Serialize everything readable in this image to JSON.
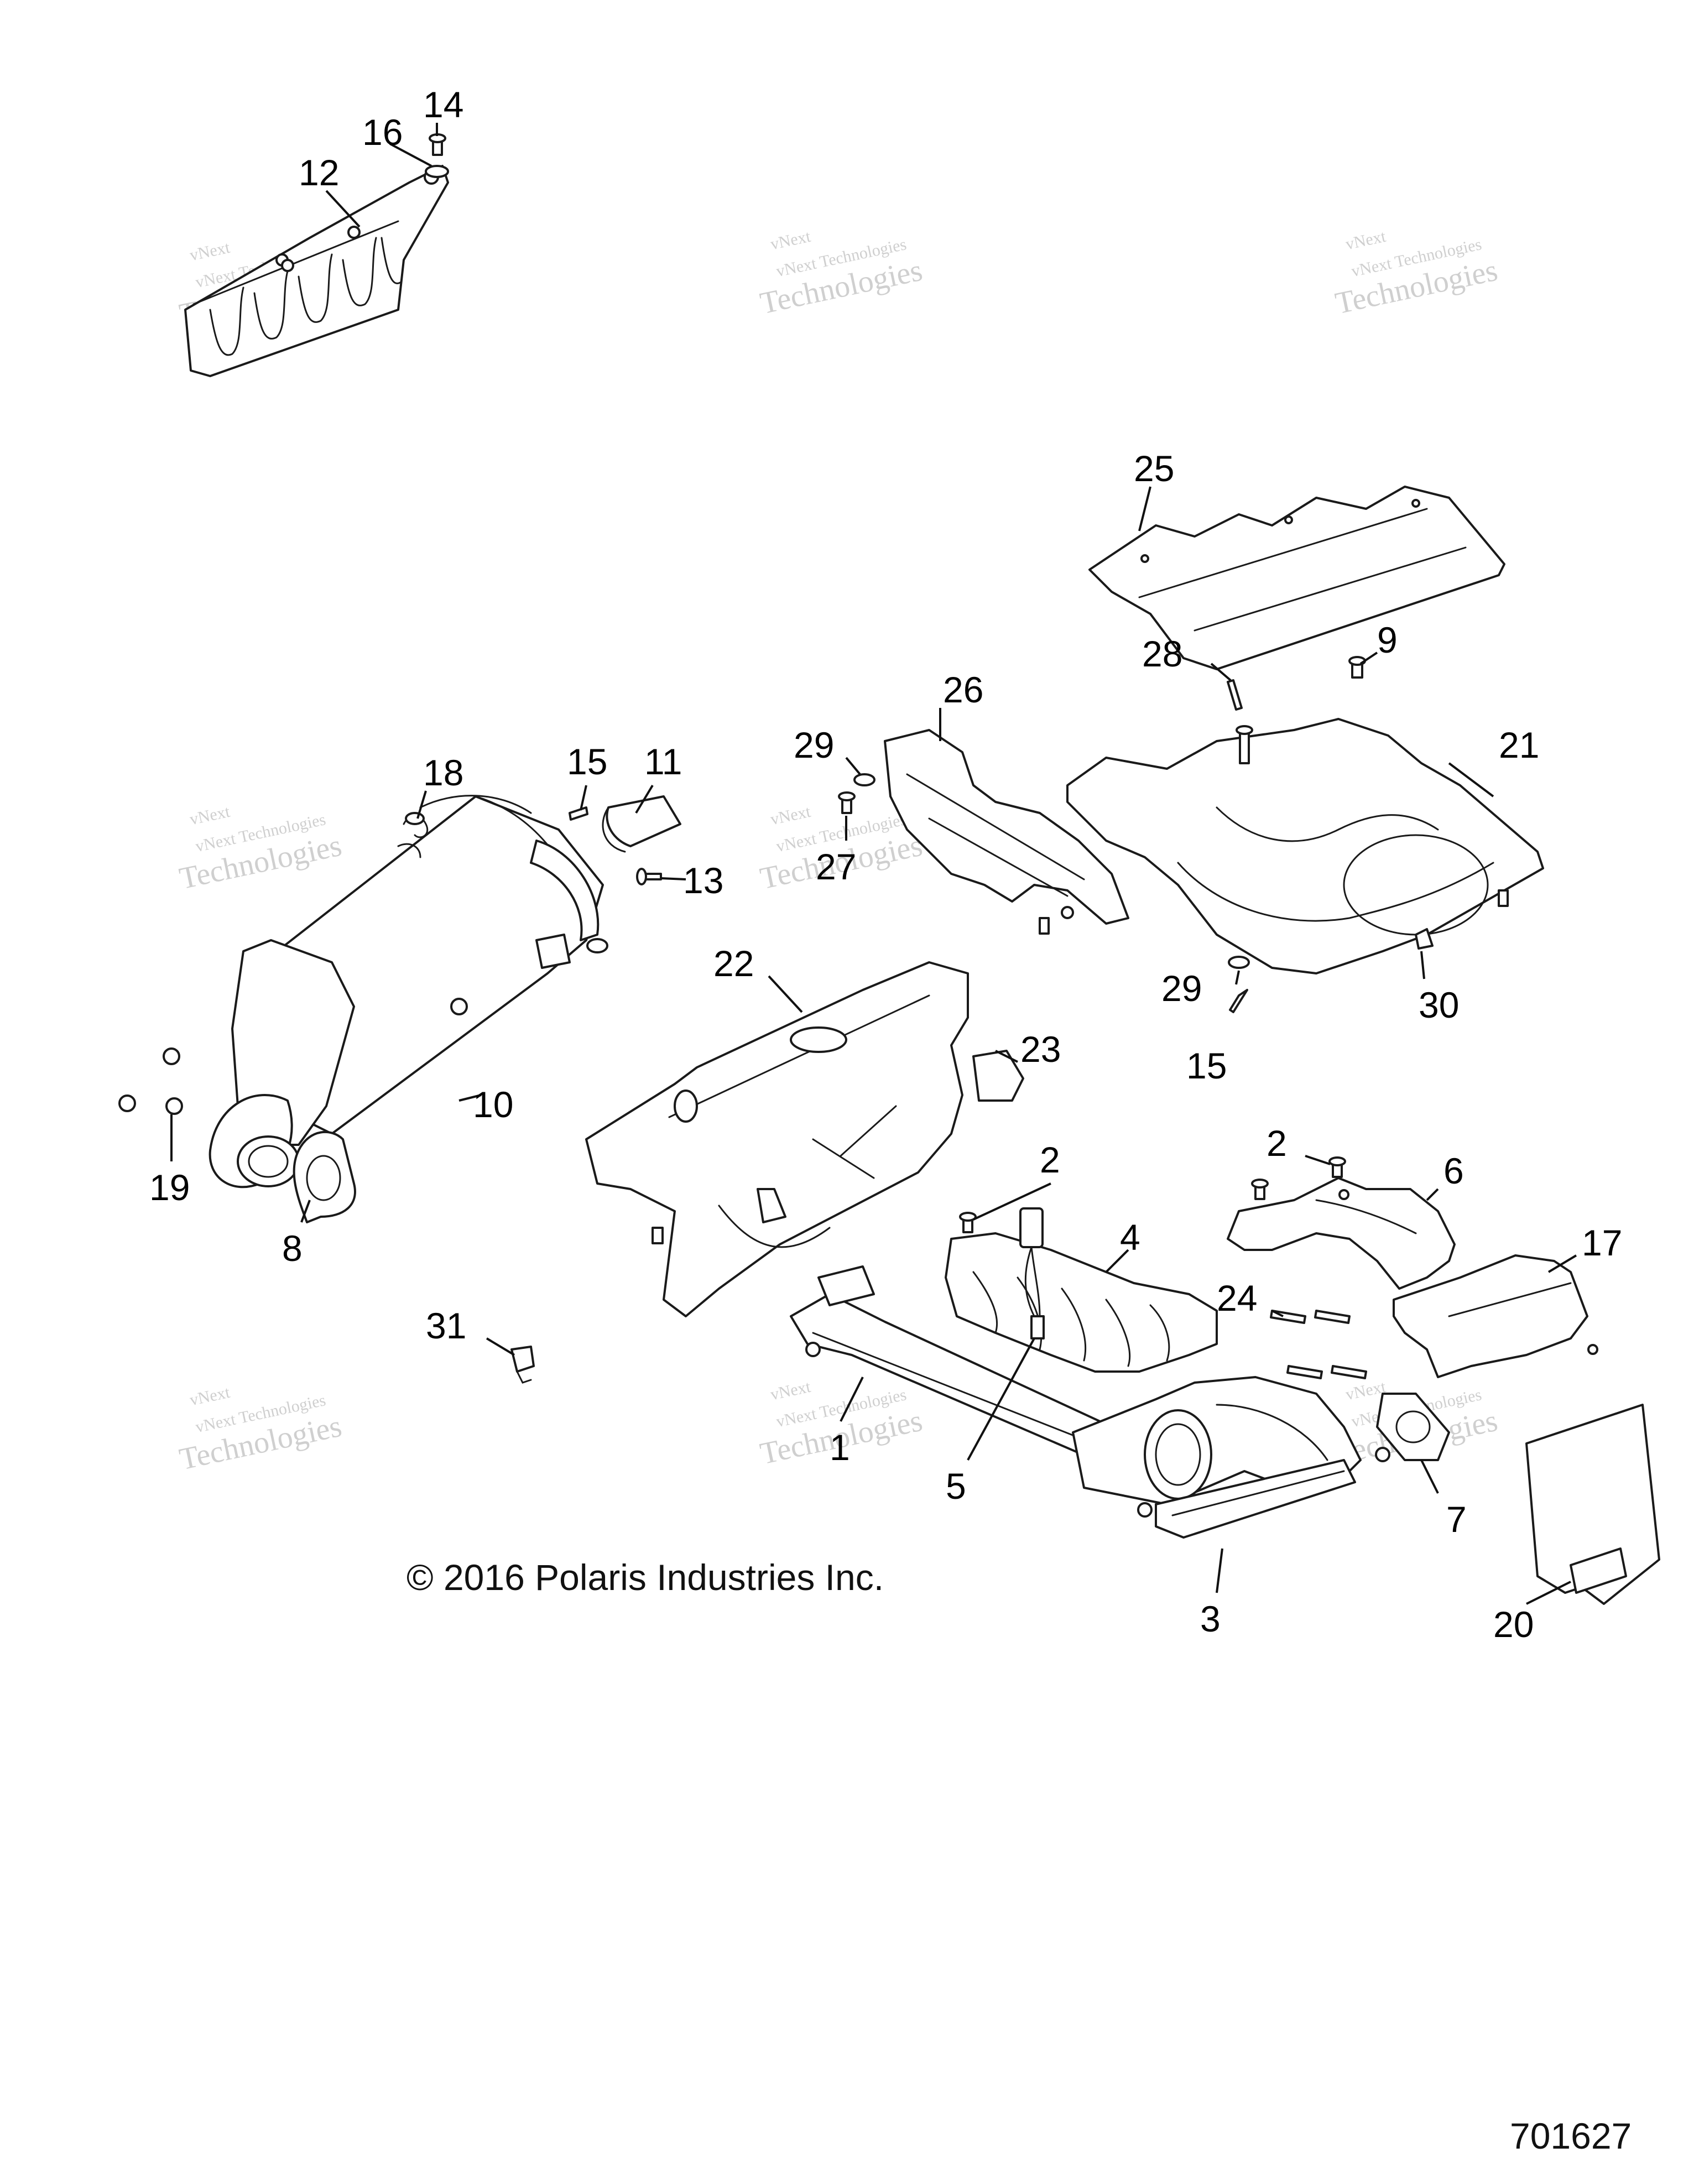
{
  "copyright": "© 2016 Polaris Industries Inc.",
  "diagram_id": "701627",
  "watermark": {
    "line1": "vNext Technologies",
    "line2": "vNext",
    "line3": "Technologies"
  },
  "callouts": {
    "c1": "1",
    "c2a": "2",
    "c2b": "2",
    "c3": "3",
    "c4": "4",
    "c5": "5",
    "c6": "6",
    "c7": "7",
    "c8": "8",
    "c9": "9",
    "c10": "10",
    "c11": "11",
    "c12": "12",
    "c13": "13",
    "c14": "14",
    "c15a": "15",
    "c15b": "15",
    "c16": "16",
    "c17": "17",
    "c18": "18",
    "c19": "19",
    "c20": "20",
    "c21": "21",
    "c22": "22",
    "c23": "23",
    "c24": "24",
    "c25": "25",
    "c26": "26",
    "c27": "27",
    "c28": "28",
    "c29a": "29",
    "c29b": "29",
    "c30": "30",
    "c31": "31"
  }
}
